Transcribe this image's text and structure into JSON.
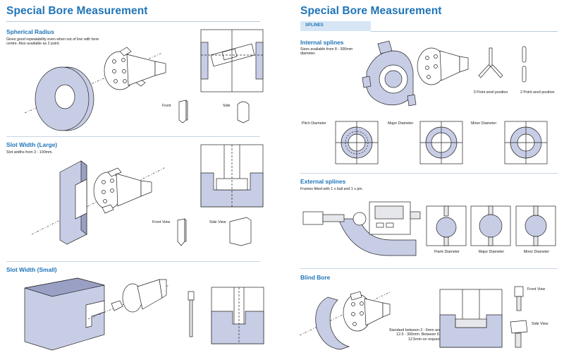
{
  "left": {
    "title": "Special Bore Measurement",
    "spherical": {
      "title": "Spherical Radius",
      "description": "Gives good repeatability even when out of line with bore centre. Also available as 2 point.",
      "front_label": "Front",
      "side_label": "Side"
    },
    "slot_large": {
      "title": "Slot Width (Large)",
      "description": "Slot widths from 3 - 100mm.",
      "front_label": "Front View",
      "side_label": "Side View"
    },
    "slot_small": {
      "title": "Slot Width (Small)"
    }
  },
  "right": {
    "title": "Special Bore Measurement",
    "tab": "SPLINES",
    "internal": {
      "title": "Internal splines",
      "description": "Sizes available from 8 - 300mm diameter.",
      "three_point": "3 Point anvil position",
      "two_point": "2 Point anvil position",
      "pitch": "Pitch Diameter",
      "major": "Major Diameter",
      "minor": "Minor Diameter"
    },
    "external": {
      "title": "External splines",
      "description": "Frames fitted with 1 x ball and 1 x pin.",
      "flank": "Flank Diameter",
      "major": "Major Diameter",
      "minor": "Minor Diameter"
    },
    "blind": {
      "title": "Blind Bore",
      "description": "Standard between 2 - 6mm and 12.5 - 300mm. Between 6 - 12.5mm on request.",
      "front_label": "Front View",
      "side_label": "Side View"
    }
  },
  "colors": {
    "accent": "#1f74b8",
    "part_fill": "#c8cde6",
    "tab_fill": "#d6e6f5"
  }
}
